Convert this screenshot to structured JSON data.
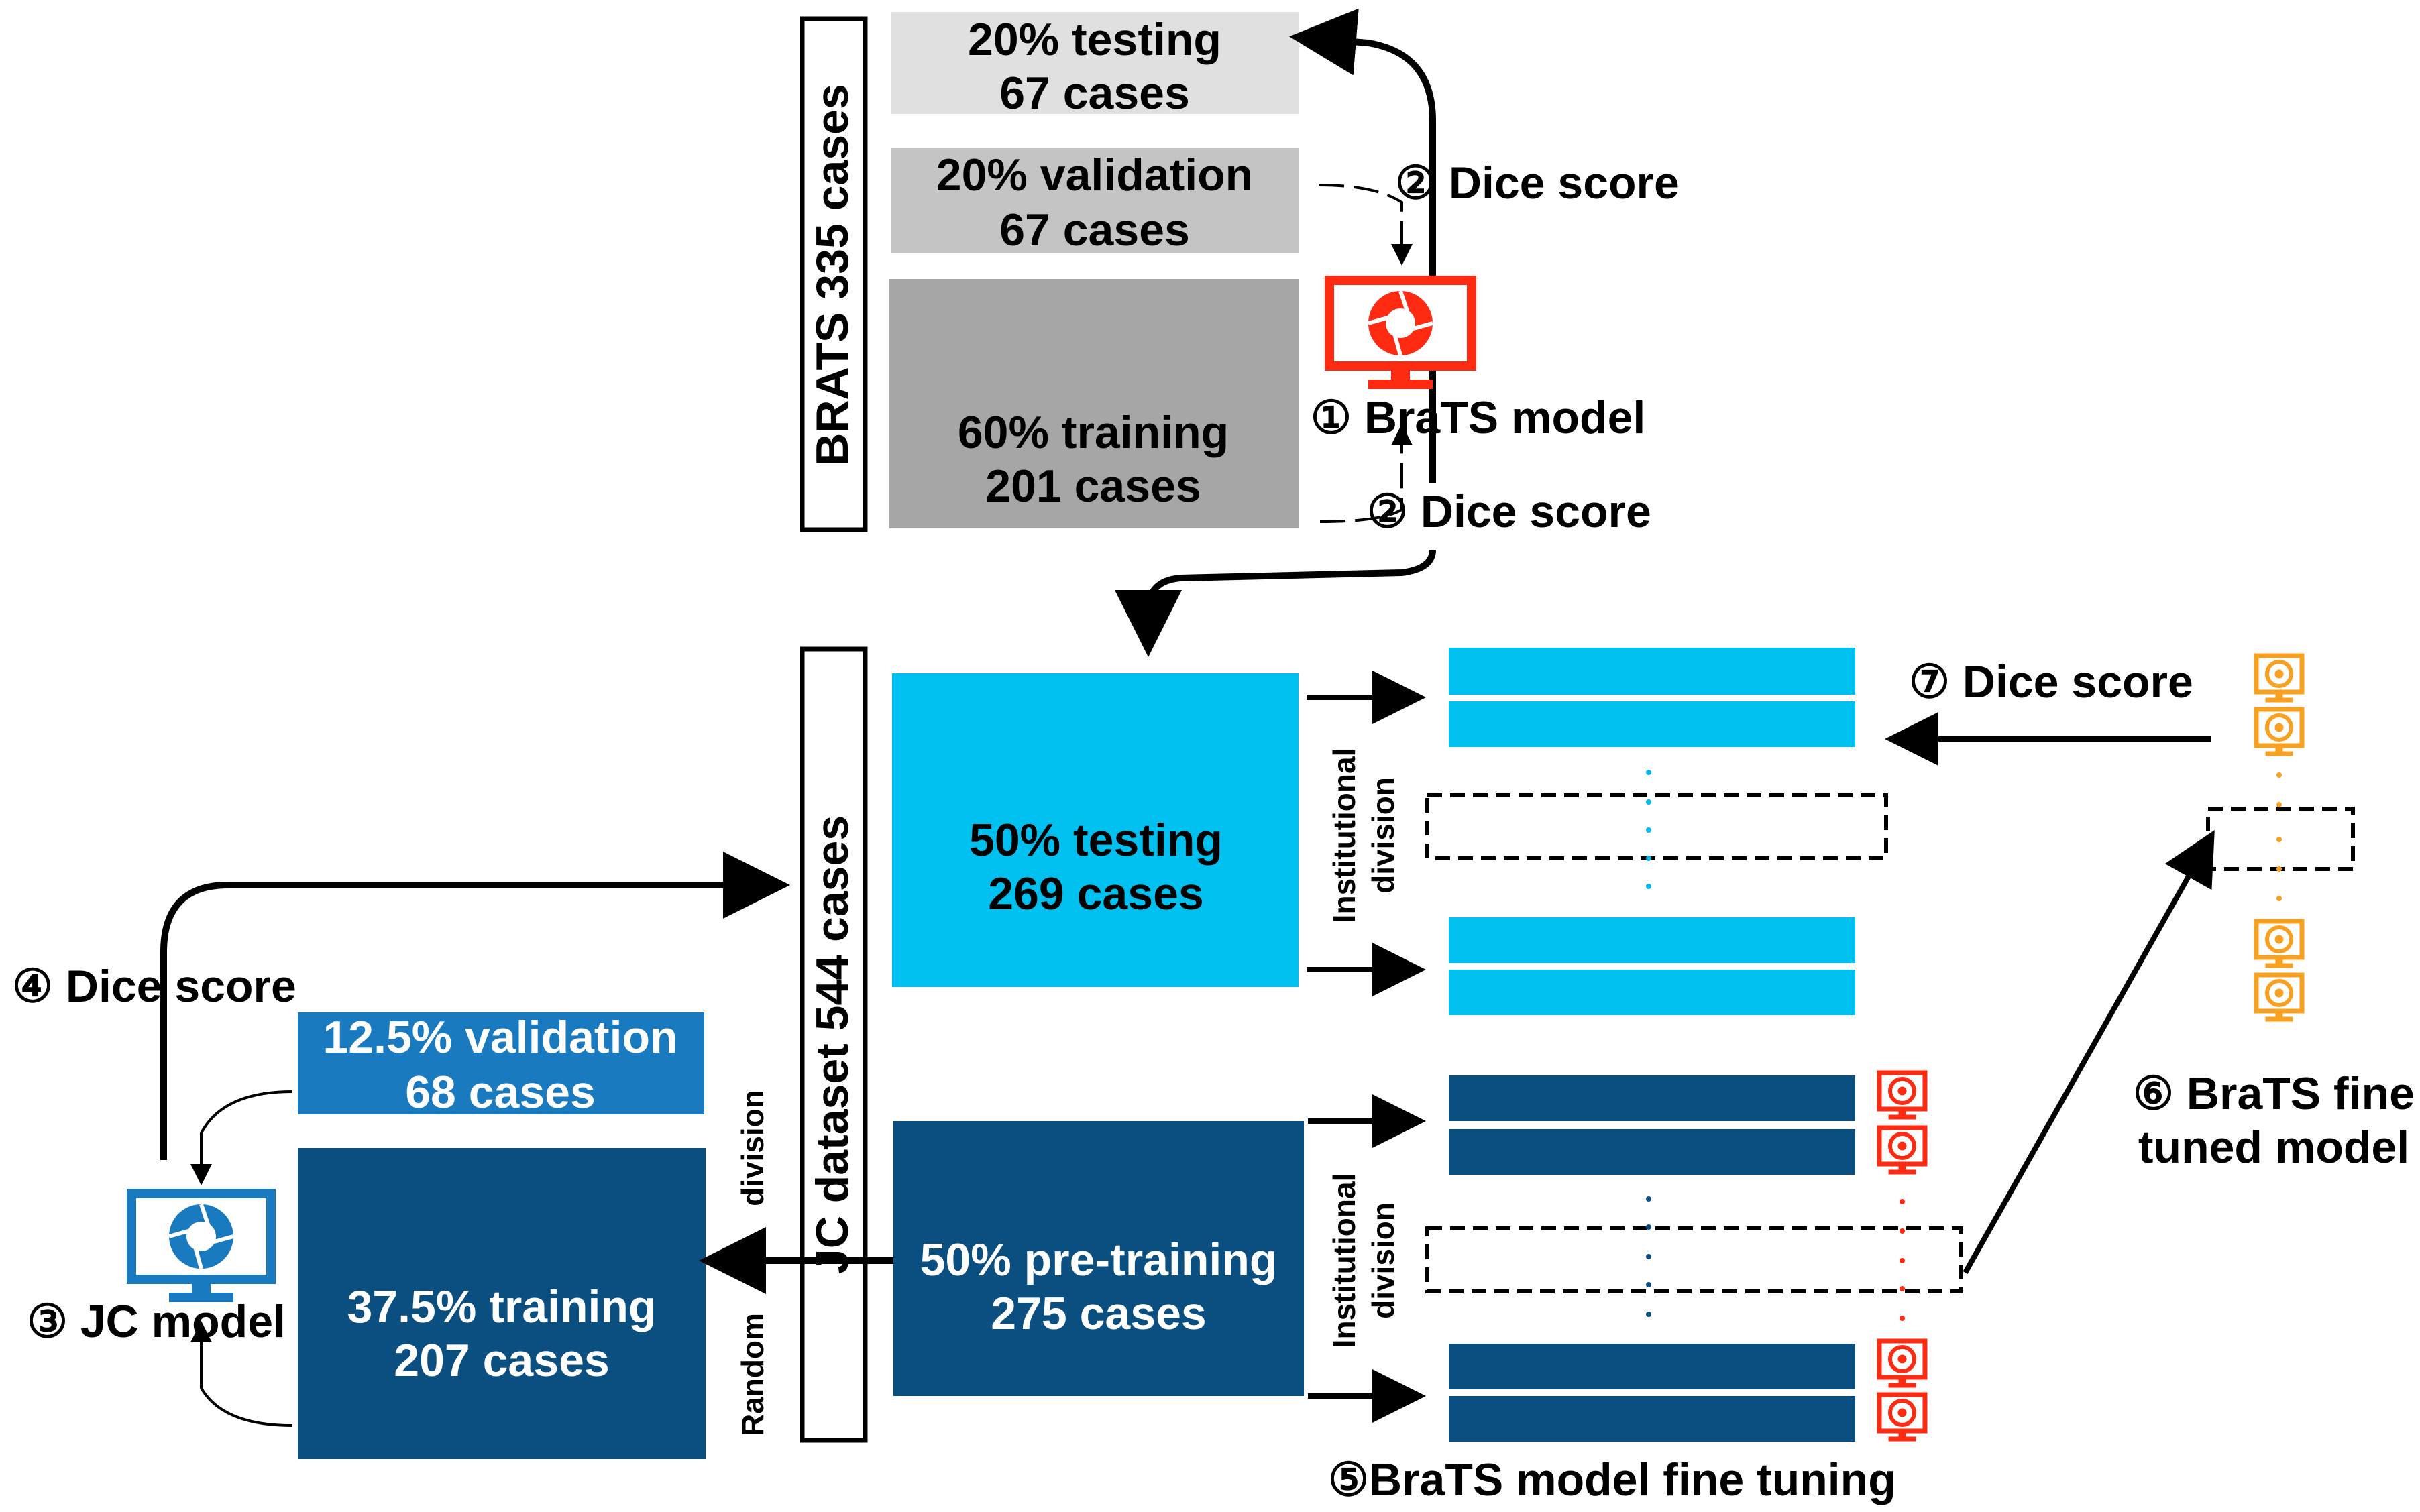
{
  "colors": {
    "light_gray": "#e0e0e0",
    "mid_gray": "#c4c4c4",
    "dark_gray": "#a6a6a6",
    "light_blue": "#00c0f0",
    "mid_blue": "#1a7ac0",
    "dark_blue": "#0a4f7f",
    "red": "#ff2a12",
    "orange": "#f8a020"
  },
  "icons": [
    "monitor-aperture-icon-red",
    "monitor-aperture-icon-blue",
    "monitor-eye-icon-red",
    "monitor-eye-icon-orange"
  ],
  "brats": {
    "label": "BRATS 335 cases",
    "testing": {
      "line1": "20% testing",
      "line2": "67 cases"
    },
    "validation": {
      "line1": "20% validation",
      "line2": "67 cases"
    },
    "training": {
      "line1": "60% training",
      "line2": "201 cases"
    },
    "dice_top": "② Dice score",
    "dice_bottom": "② Dice score",
    "model": "① BraTS model"
  },
  "jc": {
    "label": "JC dataset 544 cases",
    "testing": {
      "line1": "50% testing",
      "line2": "269 cases"
    },
    "pretraining": {
      "line1": "50% pre-training",
      "line2": "275 cases"
    },
    "validation": {
      "line1": "12.5% validation",
      "line2": "68 cases"
    },
    "training": {
      "line1": "37.5% training",
      "line2": "207 cases"
    },
    "random_division_1": "Random",
    "random_division_2": "division",
    "inst_division_1": "Institutional",
    "inst_division_2": "division",
    "dice_left": "④ Dice score",
    "model": "③ JC model",
    "dice_right": "⑦ Dice score",
    "finetuned_1": "⑥ BraTS fine",
    "finetuned_2": "tuned model",
    "finetuning": "⑤BraTS model fine tuning"
  }
}
